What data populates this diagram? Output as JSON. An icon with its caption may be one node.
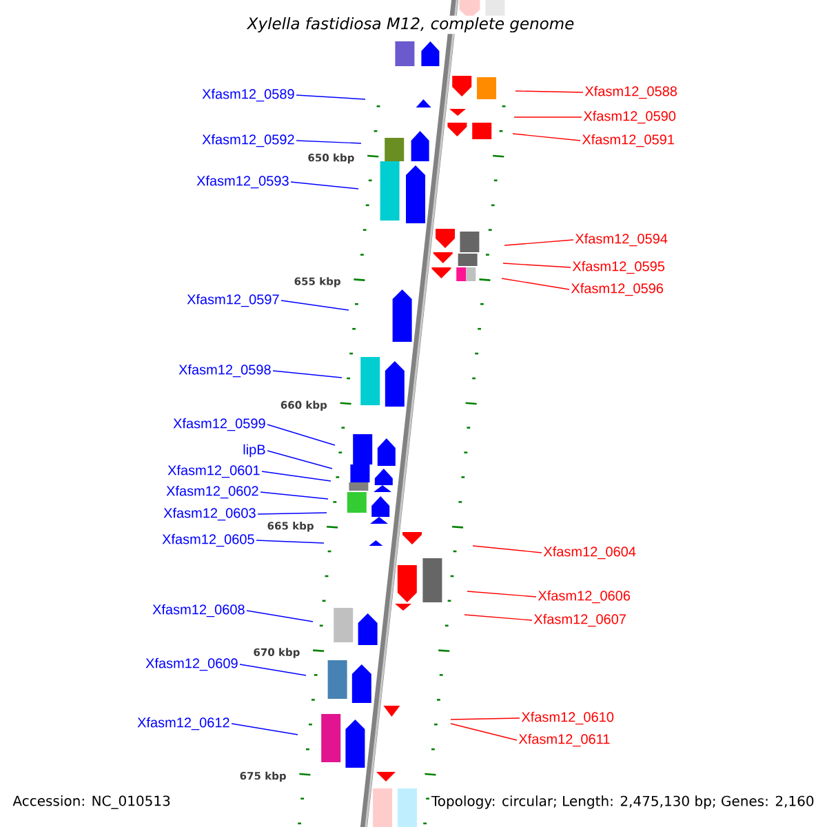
{
  "diagram": {
    "title": "Xylella fastidiosa M12, complete genome",
    "nodes": [
      {
        "text": [
          "Xfasm12_0589"
        ]
      },
      {
        "text": [
          "Xfasm12_0592"
        ]
      },
      {
        "text": [
          "Xfasm12_0593"
        ]
      },
      {
        "text": [
          "Xfasm12_0597"
        ]
      },
      {
        "text": [
          "Xfasm12_0598"
        ]
      },
      {
        "text": [
          "Xfasm12_0599"
        ]
      },
      {
        "text": [
          "lipB"
        ]
      },
      {
        "text": [
          "Xfasm12_0601"
        ]
      },
      {
        "text": [
          "Xfasm12_0602"
        ]
      },
      {
        "text": [
          "Xfasm12_0603"
        ]
      },
      {
        "text": [
          "Xfasm12_0605"
        ]
      },
      {
        "text": [
          "Xfasm12_0608"
        ]
      },
      {
        "text": [
          "Xfasm12_0609"
        ]
      },
      {
        "text": [
          "Xfasm12_0612"
        ]
      },
      {
        "text": [
          "Xfasm12_0588"
        ]
      },
      {
        "text": [
          "Xfasm12_0590"
        ]
      },
      {
        "text": [
          "Xfasm12_0591"
        ]
      },
      {
        "text": [
          "Xfasm12_0594"
        ]
      },
      {
        "text": [
          "Xfasm12_0595"
        ]
      },
      {
        "text": [
          "Xfasm12_0596"
        ]
      },
      {
        "text": [
          "Xfasm12_0604"
        ]
      },
      {
        "text": [
          "Xfasm12_0606"
        ]
      },
      {
        "text": [
          "Xfasm12_0607"
        ]
      },
      {
        "text": [
          "Xfasm12_0610"
        ]
      },
      {
        "text": [
          "Xfasm12_0611"
        ]
      }
    ],
    "edges": [
      {
        "from": 0,
        "to": null,
        "arrow": "none"
      },
      {
        "from": 1,
        "to": null,
        "arrow": "none"
      },
      {
        "from": 2,
        "to": null,
        "arrow": "none"
      },
      {
        "from": 3,
        "to": null,
        "arrow": "none"
      },
      {
        "from": 4,
        "to": null,
        "arrow": "none"
      },
      {
        "from": 5,
        "to": null,
        "arrow": "none"
      },
      {
        "from": 6,
        "to": null,
        "arrow": "none"
      },
      {
        "from": 7,
        "to": null,
        "arrow": "none"
      },
      {
        "from": 8,
        "to": null,
        "arrow": "none"
      },
      {
        "from": 9,
        "to": null,
        "arrow": "none"
      },
      {
        "from": 10,
        "to": null,
        "arrow": "none"
      },
      {
        "from": 11,
        "to": null,
        "arrow": "none"
      },
      {
        "from": 12,
        "to": null,
        "arrow": "none"
      },
      {
        "from": 13,
        "to": null,
        "arrow": "none"
      },
      {
        "from": 14,
        "to": null,
        "arrow": "none",
        "color": "#ff0000"
      },
      {
        "from": 15,
        "to": null,
        "arrow": "none",
        "color": "#ff0000"
      },
      {
        "from": 16,
        "to": null,
        "arrow": "none",
        "color": "#ff0000"
      },
      {
        "from": 17,
        "to": null,
        "arrow": "none",
        "color": "#ff0000"
      },
      {
        "from": 18,
        "to": null,
        "arrow": "none",
        "color": "#ff0000"
      },
      {
        "from": 19,
        "to": null,
        "arrow": "none",
        "color": "#ff0000"
      },
      {
        "from": 20,
        "to": null,
        "arrow": "none",
        "color": "#ff0000"
      },
      {
        "from": 21,
        "to": null,
        "arrow": "none",
        "color": "#ff0000"
      },
      {
        "from": 22,
        "to": null,
        "arrow": "none",
        "color": "#ff0000"
      },
      {
        "from": 23,
        "to": null,
        "arrow": "none",
        "color": "#ff0000"
      },
      {
        "from": 24,
        "to": null,
        "arrow": "none",
        "color": "#ff0000"
      }
    ],
    "labels": [
      "650 kbp",
      "655 kbp",
      "660 kbp",
      "665 kbp",
      "670 kbp",
      "675 kbp",
      "Accession: NC_010513",
      "Topology: circular; Length: 2,475,130 bp; Genes: 2,160"
    ]
  }
}
